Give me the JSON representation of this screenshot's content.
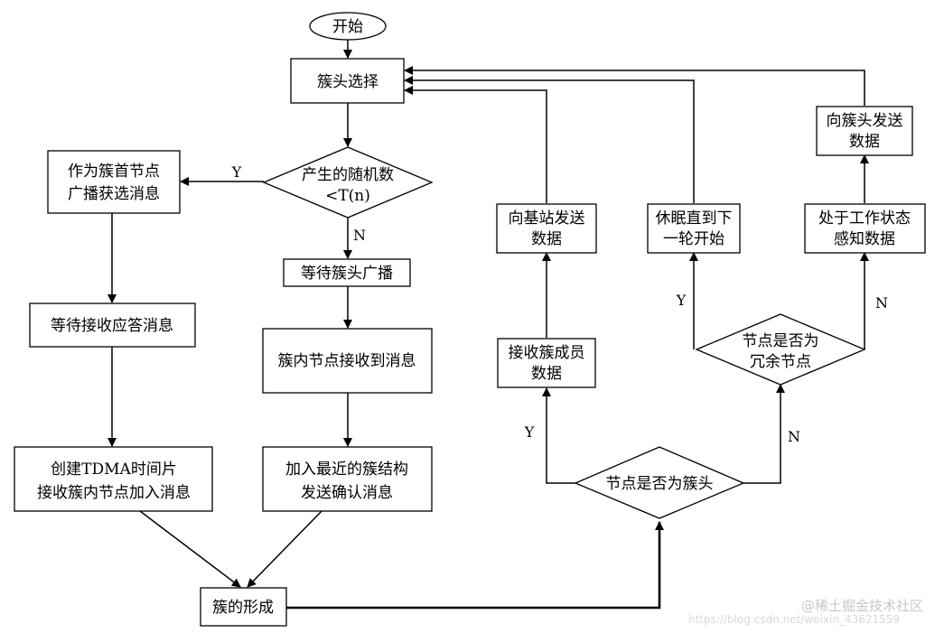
{
  "start": "开始",
  "nodes": {
    "cluster_head_select": "簇头选择",
    "random_check": [
      "产生的随机数",
      "<T(n)"
    ],
    "ch_broadcast": [
      "作为簇首节点",
      "广播获选消息"
    ],
    "wait_reply": "等待接收应答消息",
    "create_tdma": [
      "创建TDMA时间片",
      "接收簇内节点加入消息"
    ],
    "wait_ch_broadcast": "等待簇头广播",
    "member_receive": "簇内节点接收到消息",
    "join_nearest": [
      "加入最近的簇结构",
      "发送确认消息"
    ],
    "cluster_formed": "簇的形成",
    "is_cluster_head": "节点是否为簇头",
    "receive_member_data": [
      "接收簇成员",
      "数据"
    ],
    "send_to_bs": [
      "向基站发送",
      "数据"
    ],
    "is_redundant": [
      "节点是否为",
      "冗余节点"
    ],
    "sleep_until_next": [
      "休眠直到下",
      "一轮开始"
    ],
    "working_sense": [
      "处于工作状态",
      "感知数据"
    ],
    "send_to_ch": [
      "向簇头发送",
      "数据"
    ]
  },
  "edge_labels": {
    "random_yes": "Y",
    "random_no": "N",
    "ch_yes": "Y",
    "ch_no": "N",
    "redundant_yes": "Y",
    "redundant_no": "N"
  },
  "watermark": {
    "community": "@稀土掘金技术社区",
    "url": "https://blog.csdn.net/weixin_43621559"
  }
}
